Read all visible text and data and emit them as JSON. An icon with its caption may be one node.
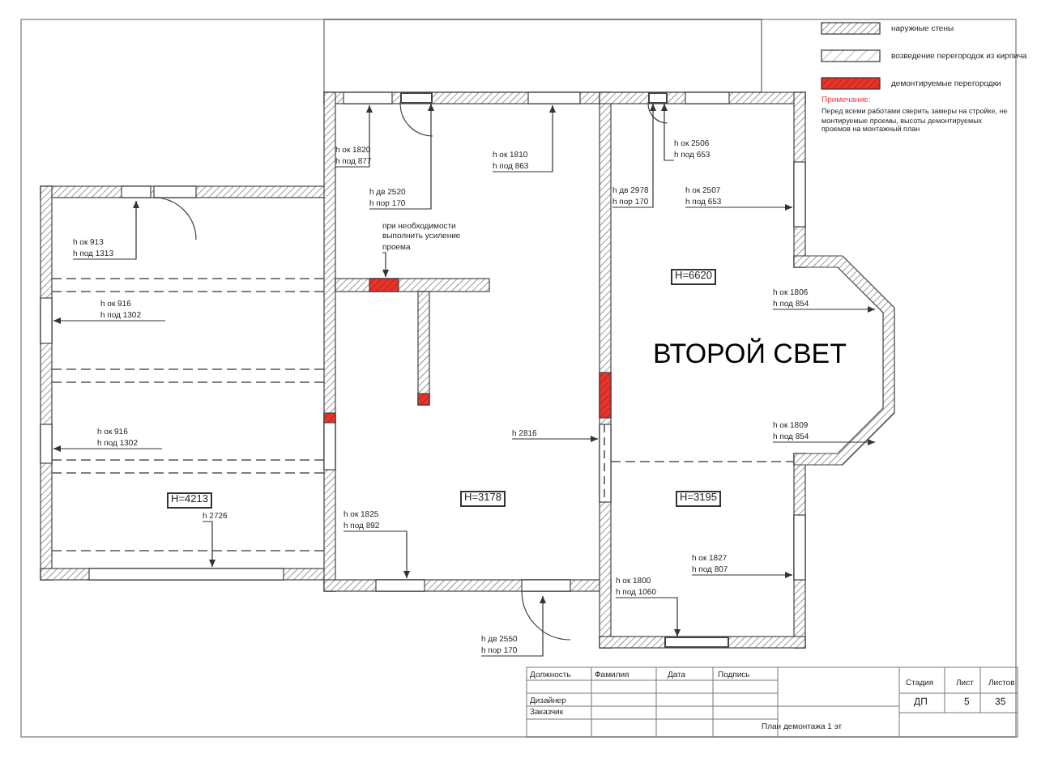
{
  "diagram": {
    "nodes": [
      {
        "text": [
          "h ок 913",
          "h под 1313"
        ]
      },
      {
        "text": [
          "h ок 916",
          "h под 1302"
        ]
      },
      {
        "text": [
          "h ок 916",
          "h под 1302"
        ]
      },
      {
        "text": [
          "h 2726"
        ]
      },
      {
        "text": [
          "h ок 1820",
          "h под 877"
        ]
      },
      {
        "text": [
          "h дв 2520",
          "h пор 170"
        ]
      },
      {
        "text": [
          "h ок 1810",
          "h под 863"
        ]
      },
      {
        "text": [
          "h 2816"
        ]
      },
      {
        "text": [
          "h ок 1825",
          "h под 892"
        ]
      },
      {
        "text": [
          "h дв 2550",
          "h пор 170"
        ]
      },
      {
        "text": [
          "h ок 2506",
          "h под 653"
        ]
      },
      {
        "text": [
          "h дв 2978",
          "h пор 170"
        ]
      },
      {
        "text": [
          "h ок 2507",
          "h под 653"
        ]
      },
      {
        "text": [
          "h ок 1806",
          "h под 854"
        ]
      },
      {
        "text": [
          "h ок 1809",
          "h под 854"
        ]
      },
      {
        "text": [
          "h ок 1827",
          "h под 807"
        ]
      },
      {
        "text": [
          "h ок 1800",
          "h под 1060"
        ]
      },
      {
        "text": [
          "при необходимости выполнить усиление проема"
        ]
      },
      {
        "text": [
          "H=4213"
        ]
      },
      {
        "text": [
          "H=3178"
        ]
      },
      {
        "text": [
          "H=6620"
        ]
      },
      {
        "text": [
          "H=3195"
        ]
      },
      {
        "text": [],
        "shape": "box"
      },
      {
        "text": [],
        "shape": "box"
      },
      {
        "text": [],
        "shape": "box"
      }
    ],
    "edges": [
      {
        "from": 0,
        "to": null,
        "arrow": "to"
      },
      {
        "from": 1,
        "to": null,
        "arrow": "to"
      },
      {
        "from": 2,
        "to": null,
        "arrow": "to"
      },
      {
        "from": 3,
        "to": null,
        "arrow": "to"
      },
      {
        "from": 4,
        "to": null,
        "arrow": "to"
      },
      {
        "from": 5,
        "to": 22,
        "arrow": "to"
      },
      {
        "from": 6,
        "to": null,
        "arrow": "to"
      },
      {
        "from": 7,
        "to": null,
        "arrow": "to"
      },
      {
        "from": 8,
        "to": null,
        "arrow": "to"
      },
      {
        "from": 9,
        "to": null,
        "arrow": "to"
      },
      {
        "from": 10,
        "to": 23,
        "arrow": "to"
      },
      {
        "from": 11,
        "to": 23,
        "arrow": "to"
      },
      {
        "from": 12,
        "to": null,
        "arrow": "to"
      },
      {
        "from": 13,
        "to": null,
        "arrow": "to"
      },
      {
        "from": 14,
        "to": null,
        "arrow": "to"
      },
      {
        "from": 15,
        "to": null,
        "arrow": "to"
      },
      {
        "from": 16,
        "to": 24,
        "arrow": "to"
      },
      {
        "from": 17,
        "to": null,
        "arrow": "to"
      }
    ],
    "labels": [
      "ВТОРОЙ СВЕТ",
      "Примечание:",
      "Перед всеми работами сверить замеры на стройке, не монтируемые проемы, высоты демонтируемых проемов на монтажный план",
      "Должность",
      "Фамилия",
      "Дата",
      "Подпись",
      "Стадия",
      "Лист",
      "Листов",
      "Дизайнер",
      "ДП",
      "5",
      "35",
      "Заказчик",
      "План демонтажа 1 эт"
    ],
    "legend": [
      {
        "text": "наружные стены"
      },
      {
        "text": "возведение перегородок из кирпича"
      },
      {
        "text": "демонтируемые перегородки"
      }
    ]
  }
}
